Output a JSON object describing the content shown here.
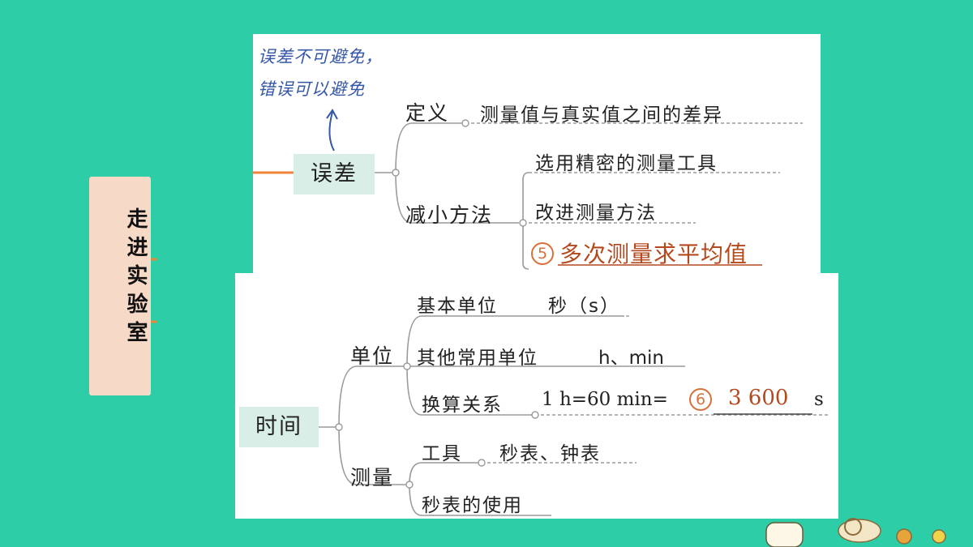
{
  "side_tab": {
    "label": "走进实验室"
  },
  "note": {
    "line1": "误差不可避免，",
    "line2": "错误可以避免"
  },
  "error_section": {
    "title": "误差",
    "definition_label": "定义",
    "definition_text": "测量值与真实值之间的差异",
    "reduce_label": "减小方法",
    "methods": [
      "选用精密的测量工具",
      "改进测量方法"
    ],
    "blank_number": "5",
    "blank_answer": "多次测量求平均值"
  },
  "time_section": {
    "title": "时间",
    "unit_label": "单位",
    "base_unit_label": "基本单位",
    "base_unit_value": "秒（s）",
    "other_units_label": "其他常用单位",
    "other_units_value": "h、min",
    "conversion_label": "换算关系",
    "conversion_expr": "1 h=60 min=",
    "blank_number": "6",
    "blank_answer": "3 600",
    "blank_unit": "s",
    "measure_label": "测量",
    "tool_label": "工具",
    "tool_value": "秒表、钟表",
    "stopwatch_use": "秒表的使用"
  },
  "colors": {
    "background": "#2ccda7",
    "panel": "#ffffff",
    "node_fill": "#d9eee6",
    "answer": "#b4491e",
    "handwriting": "#3557a8",
    "side_tab": "#f6d9c6"
  }
}
